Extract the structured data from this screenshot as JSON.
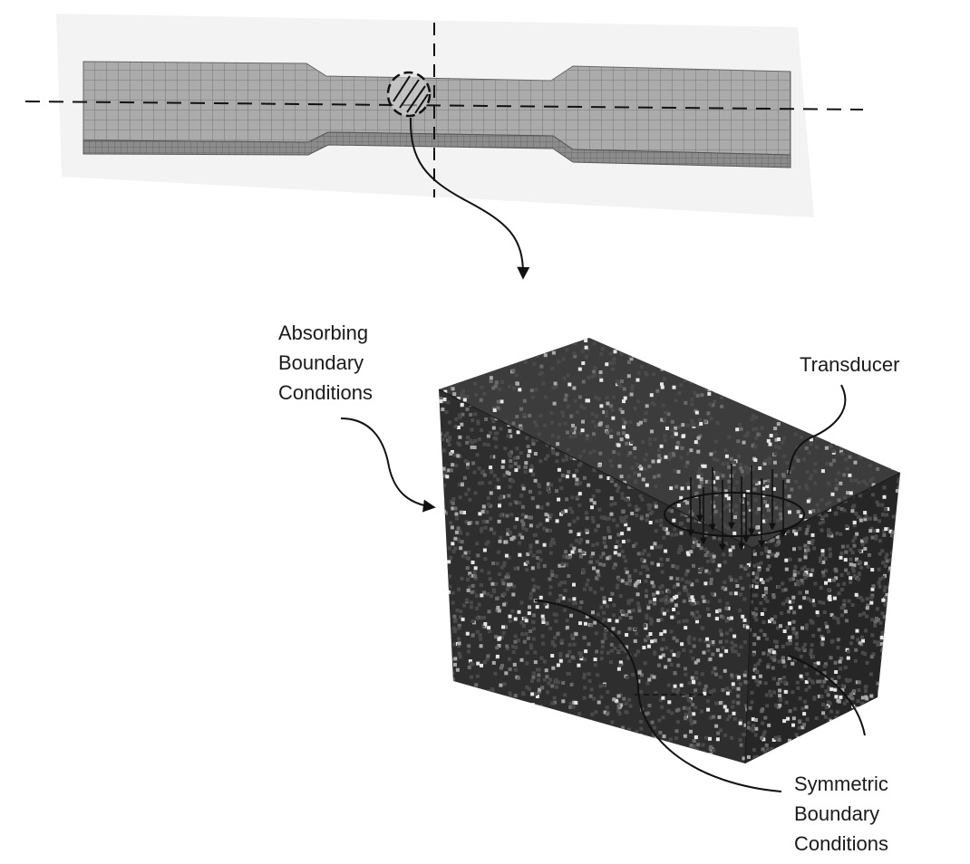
{
  "labels": {
    "absorbing": [
      "Absorbing",
      "Boundary",
      "Conditions"
    ],
    "transducer": [
      "Transducer"
    ],
    "symmetric": [
      "Symmetric",
      "Boundary",
      "Conditions"
    ]
  },
  "colors": {
    "specimen_top": "#a8a8a8",
    "specimen_front": "#8e8e8e",
    "mesh_line": "#5a5a5a",
    "cube_base": "#2e2e2e",
    "annotation": "#111111"
  }
}
